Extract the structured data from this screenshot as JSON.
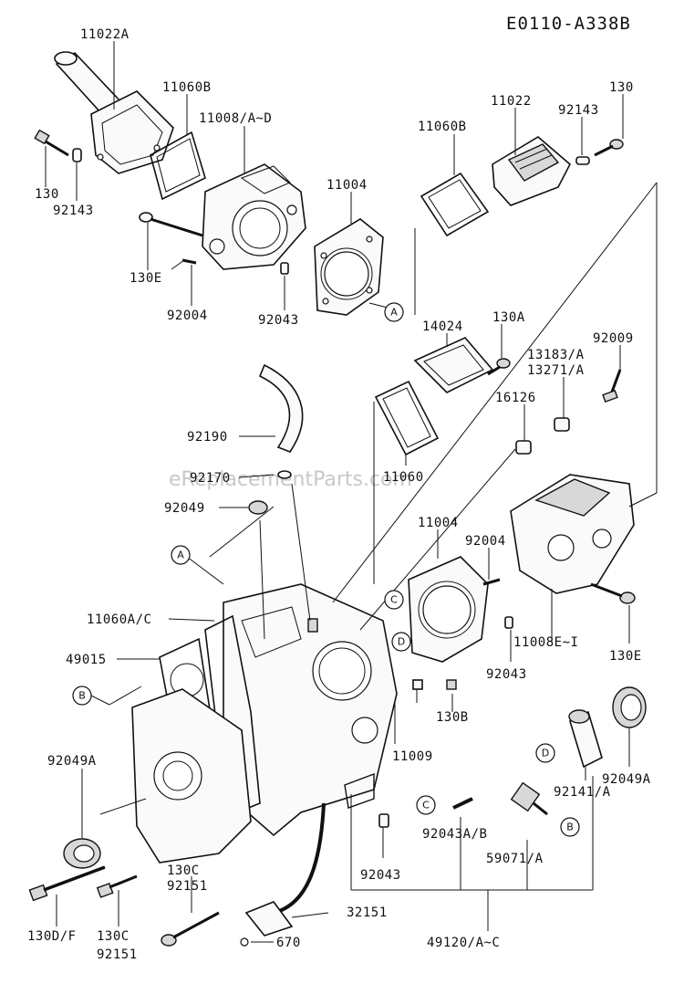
{
  "diagram_code": "E0110-A338B",
  "watermark": "eReplacementParts.com",
  "labels": [
    {
      "id": "l1",
      "text": "11022A"
    },
    {
      "id": "l2",
      "text": "11060B"
    },
    {
      "id": "l3",
      "text": "11008/A~D"
    },
    {
      "id": "l4",
      "text": "130"
    },
    {
      "id": "l5",
      "text": "92143"
    },
    {
      "id": "l6",
      "text": "130E"
    },
    {
      "id": "l7",
      "text": "11004"
    },
    {
      "id": "l8",
      "text": "92004"
    },
    {
      "id": "l9",
      "text": "92043"
    },
    {
      "id": "l10",
      "text": "11060B"
    },
    {
      "id": "l11",
      "text": "11022"
    },
    {
      "id": "l12",
      "text": "92143"
    },
    {
      "id": "l13",
      "text": "130"
    },
    {
      "id": "l14",
      "text": "14024"
    },
    {
      "id": "l15",
      "text": "130A"
    },
    {
      "id": "l16",
      "text": "92009"
    },
    {
      "id": "l17",
      "text": "13183/A"
    },
    {
      "id": "l18",
      "text": "13271/A"
    },
    {
      "id": "l19",
      "text": "16126"
    },
    {
      "id": "l20",
      "text": "92190"
    },
    {
      "id": "l21",
      "text": "92170"
    },
    {
      "id": "l22",
      "text": "11060"
    },
    {
      "id": "l23",
      "text": "92049"
    },
    {
      "id": "l24",
      "text": "11004"
    },
    {
      "id": "l25",
      "text": "92004"
    },
    {
      "id": "l26",
      "text": "11060A/C"
    },
    {
      "id": "l27",
      "text": "49015"
    },
    {
      "id": "l28",
      "text": "11008E~I"
    },
    {
      "id": "l29",
      "text": "130E"
    },
    {
      "id": "l30",
      "text": "92043"
    },
    {
      "id": "l31",
      "text": "130B"
    },
    {
      "id": "l32",
      "text": "11009"
    },
    {
      "id": "l33",
      "text": "92049A"
    },
    {
      "id": "l34",
      "text": "92049A"
    },
    {
      "id": "l35",
      "text": "92141/A"
    },
    {
      "id": "l36",
      "text": "92043A/B"
    },
    {
      "id": "l37",
      "text": "59071/A"
    },
    {
      "id": "l38",
      "text": "130C"
    },
    {
      "id": "l39",
      "text": "92151"
    },
    {
      "id": "l40",
      "text": "92043"
    },
    {
      "id": "l41",
      "text": "130D/F"
    },
    {
      "id": "l42",
      "text": "130C"
    },
    {
      "id": "l43",
      "text": "92151"
    },
    {
      "id": "l44",
      "text": "32151"
    },
    {
      "id": "l45",
      "text": "670"
    },
    {
      "id": "l46",
      "text": "49120/A~C"
    }
  ],
  "callouts": [
    {
      "id": "c1",
      "text": "A"
    },
    {
      "id": "c2",
      "text": "A"
    },
    {
      "id": "c3",
      "text": "B"
    },
    {
      "id": "c4",
      "text": "C"
    },
    {
      "id": "c5",
      "text": "D"
    },
    {
      "id": "c6",
      "text": "D"
    },
    {
      "id": "c7",
      "text": "C"
    },
    {
      "id": "c8",
      "text": "B"
    }
  ]
}
